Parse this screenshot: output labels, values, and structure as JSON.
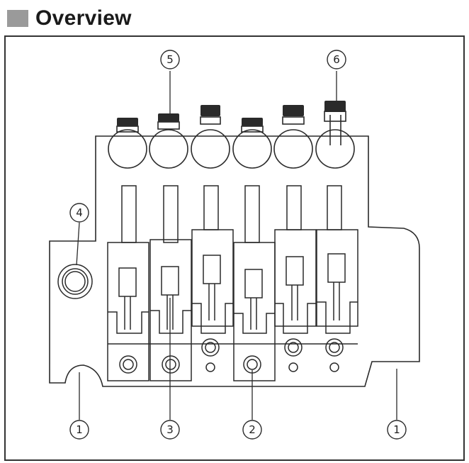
{
  "header": {
    "title": "Overview",
    "bullet_color": "#9a9a9a"
  },
  "callouts": {
    "c1_left": "①",
    "c2": "②",
    "c3": "③",
    "c4": "④",
    "c5": "⑤",
    "c6": "⑥",
    "c1_right": "①"
  }
}
